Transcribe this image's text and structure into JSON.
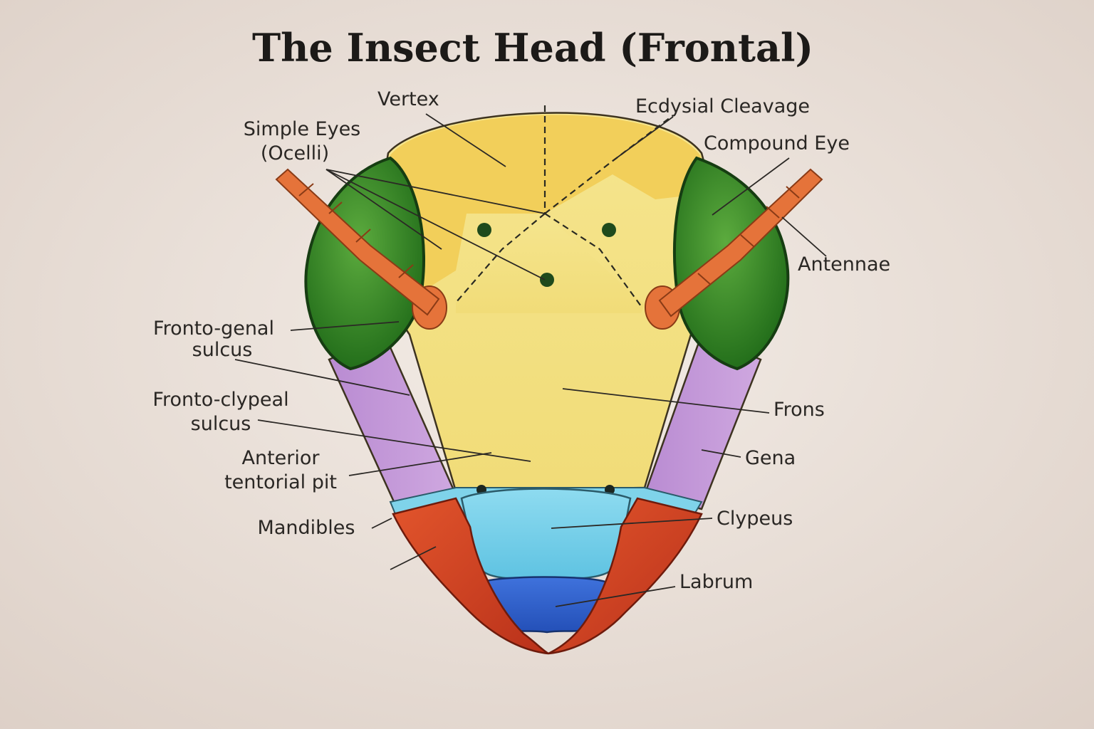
{
  "title": "The Insect Head (Frontal)",
  "labels": {
    "vertex": "Vertex",
    "ecdysial_cleavage": "Ecdysial Cleavage",
    "simple_eyes_line1": "Simple Eyes",
    "simple_eyes_line2": "(Ocelli)",
    "compound_eye": "Compound Eye",
    "antennae": "Antennae",
    "fronto_genal_line1": "Fronto-genal",
    "fronto_genal_line2": "sulcus",
    "fronto_clypeal_line1": "Fronto-clypeal",
    "fronto_clypeal_line2": "sulcus",
    "anterior_pit_line1": "Anterior",
    "anterior_pit_line2": "tentorial pit",
    "mandibles": "Mandibles",
    "frons": "Frons",
    "gena": "Gena",
    "clypeus": "Clypeus",
    "labrum": "Labrum"
  },
  "colors": {
    "background": "#ece3dc",
    "vertex": "#f2cf5a",
    "frons": "#f6e38e",
    "compound_eye": "#2f8a22",
    "antenna": "#e5733a",
    "gena": "#c39ad8",
    "clypeus": "#7fd3ea",
    "labrum": "#2f5fcf",
    "mandible": "#d8401e",
    "ocellus": "#1f4a1c"
  }
}
